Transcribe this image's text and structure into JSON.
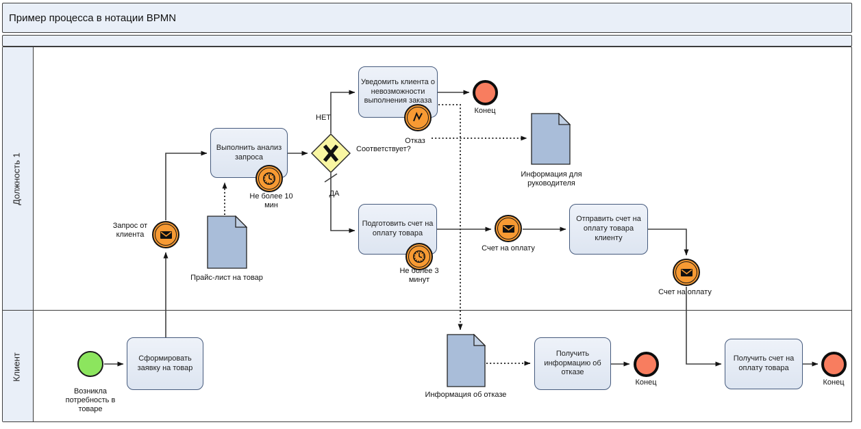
{
  "header": {
    "title": "Пример процесса в нотации BPMN"
  },
  "lanes": {
    "lane1": "Должность 1",
    "lane2": "Клиент"
  },
  "tasks": {
    "analyze": "Выполнить анализ запроса",
    "notify": "Уведомить клиента о невозможности выполнения заказа",
    "prepare_invoice": "Подготовить счет на оплату товара",
    "send_invoice": "Отправить счет на оплату товара клиенту",
    "create_request": "Сформировать заявку на товар",
    "receive_rejection": "Получить информацию об отказе",
    "receive_invoice": "Получить счет на оплату товара"
  },
  "gateway": {
    "question": "Соответствует?",
    "branch_no": "НЕТ",
    "branch_yes": "ДА"
  },
  "events": {
    "start_label": "Возникла потребность в товаре",
    "msg_request_label": "Запрос от клиента",
    "msg_invoice1_label": "Счет на оплату",
    "msg_invoice2_label": "Счет на оплату",
    "timer10_label": "Не более 10 мин",
    "timer3_label": "Не более 3 минут",
    "error_label": "Отказ",
    "end1_label": "Конец",
    "end2_label": "Конец",
    "end3_label": "Конец"
  },
  "documents": {
    "pricelist": "Прайс-лист на товар",
    "manager_info": "Информация для руководителя",
    "rejection_info": "Информация об отказе"
  },
  "colors": {
    "lane_fill": "#E9EFF8",
    "task_fill": "#E7EDF6",
    "task_border": "#44597C",
    "event_orange": "#F79A33",
    "end_red": "#F87D5F",
    "start_green": "#8CE55E",
    "gateway_yellow": "#F9F6A2",
    "document_fill": "#A9BDD9",
    "connector": "#3F3F3F"
  }
}
